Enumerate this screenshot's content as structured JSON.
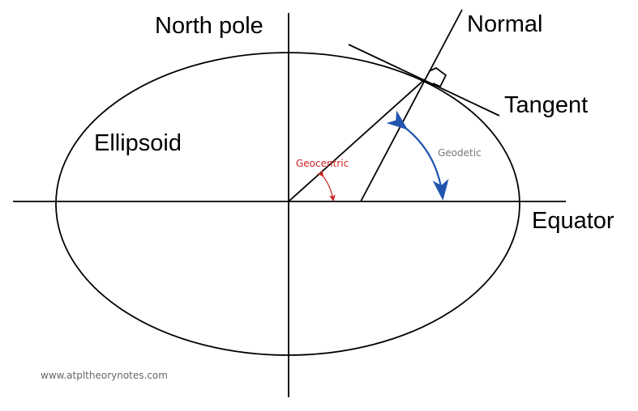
{
  "labels": {
    "north_pole": "North pole",
    "normal": "Normal",
    "tangent": "Tangent",
    "ellipsoid": "Ellipsoid",
    "equator": "Equator",
    "geocentric": "Geocentric",
    "geodetic": "Geodetic"
  },
  "watermark": "www.atpltheorynotes.com",
  "colors": {
    "line": "#000000",
    "geocentric": "#cc2222",
    "geodetic_arrow": "#2255b0",
    "geodetic_label": "#777777",
    "watermark": "#666666"
  }
}
